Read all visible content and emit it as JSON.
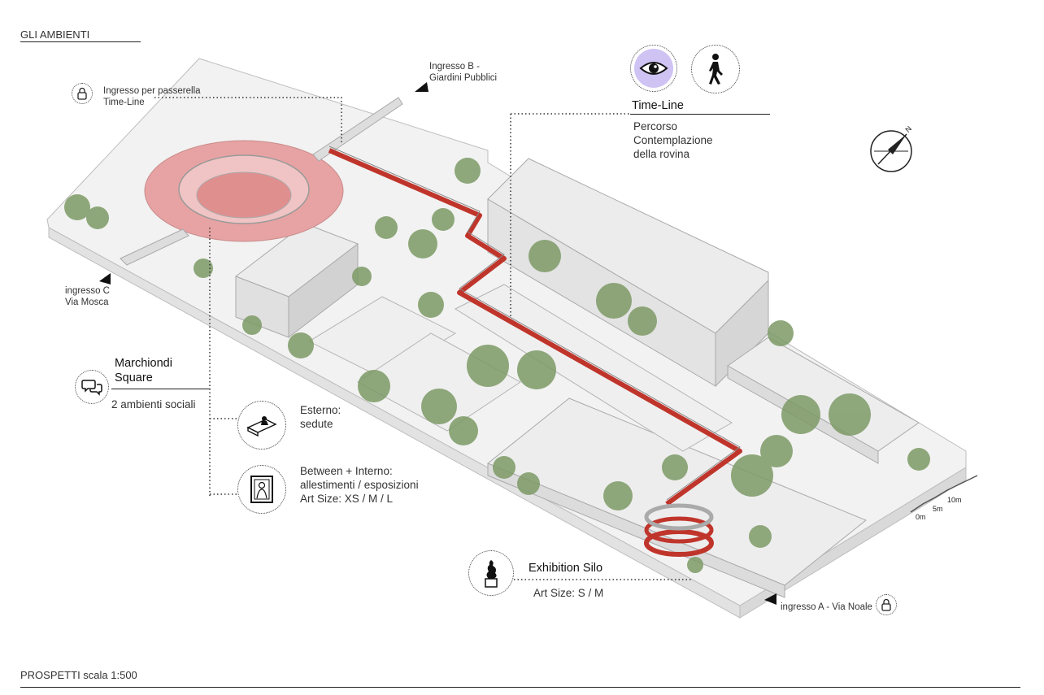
{
  "header": {
    "title": "GLI AMBIENTI"
  },
  "footer": {
    "title": "PROSPETTI scala 1:500"
  },
  "entrances": {
    "b": {
      "line1": "Ingresso B -",
      "line2": "Giardini Pubblici"
    },
    "passerella": {
      "line1": "Ingresso per passerella",
      "line2": "Time-Line"
    },
    "c": {
      "line1": "ingresso C",
      "line2": "Via Mosca"
    },
    "a": {
      "label": "ingresso A - Via Noale"
    }
  },
  "timeline": {
    "title": "Time-Line",
    "line1": "Percorso",
    "line2": "Contemplazione",
    "line3": "della rovina"
  },
  "marchiondi": {
    "title_line1": "Marchiondi",
    "title_line2": "Square",
    "subtitle": "2 ambienti sociali"
  },
  "esterno": {
    "line1": "Esterno:",
    "line2": "sedute"
  },
  "between": {
    "line1": "Between + Interno:",
    "line2": "allestimenti / esposizioni",
    "line3": "Art Size: XS / M / L"
  },
  "silo": {
    "title": "Exhibition Silo",
    "subtitle": "Art Size: S / M"
  },
  "scale": {
    "l0": "0m",
    "l5": "5m",
    "l10": "10m"
  },
  "compass": {
    "north": "N"
  },
  "colors": {
    "accent_red": "#c0352b",
    "plaza_pink": "#e7a3a3",
    "building_gray": "#e4e4e4",
    "tree_green": "#7d9a66",
    "eye_purple": "#cfc3f3"
  }
}
